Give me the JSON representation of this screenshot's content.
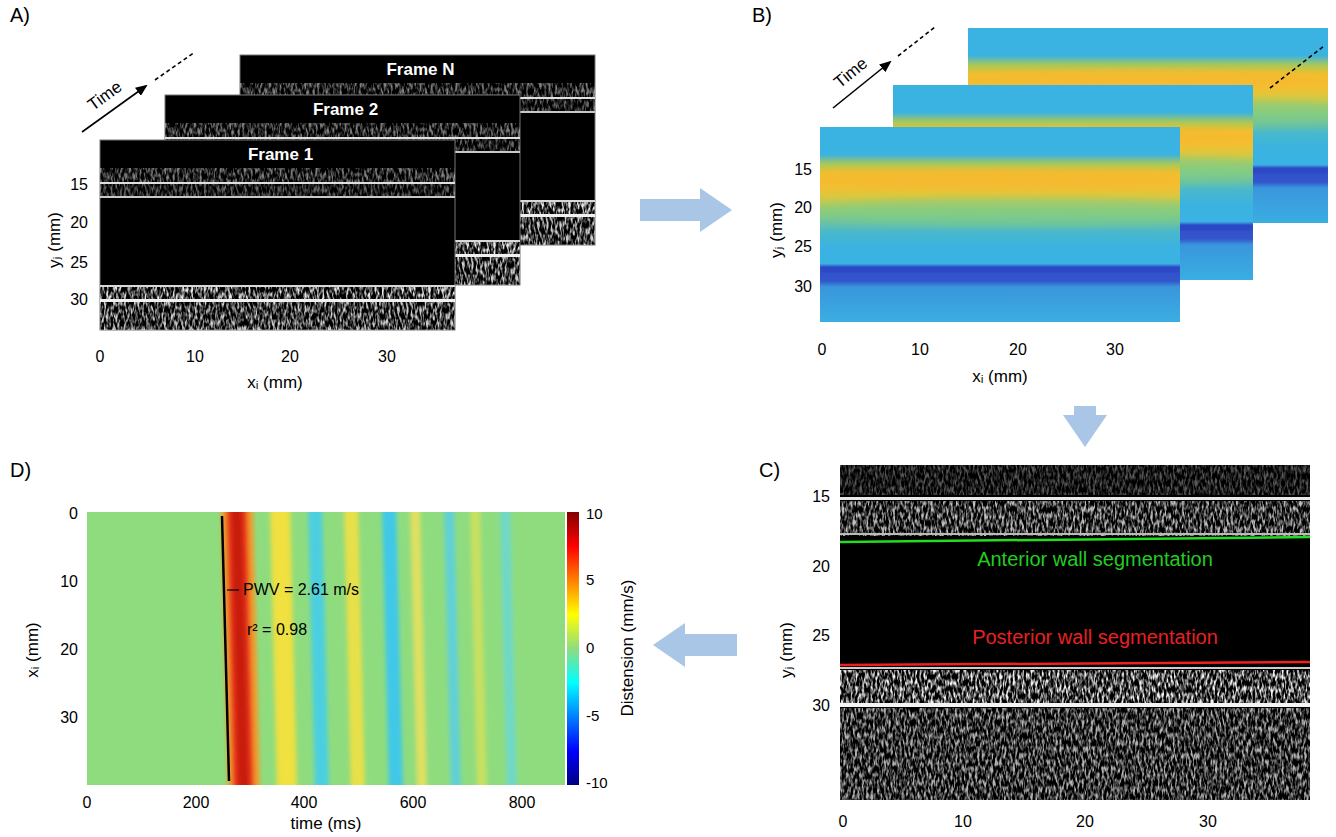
{
  "diagram": {
    "nodes": [
      {
        "text": [
          "A)"
        ]
      },
      {
        "text": [
          "Frame N"
        ],
        "in": 0
      },
      {
        "text": [
          "Frame 2"
        ],
        "in": 0
      },
      {
        "text": [
          "Frame 1"
        ],
        "in": 0
      },
      {
        "text": [
          "B)"
        ]
      },
      {
        "text": [
          "D)"
        ]
      },
      {
        "text": [
          "C)"
        ]
      }
    ],
    "edges": [
      {
        "from": 0,
        "to": 4,
        "arrow": "to"
      },
      {
        "from": 4,
        "to": 6,
        "arrow": "to"
      },
      {
        "from": 6,
        "to": 5,
        "arrow": "to"
      }
    ],
    "labels": [
      "Time",
      "15",
      "20",
      "25",
      "30",
      "yⱼ (mm)",
      "0",
      "10",
      "20",
      "30",
      "xᵢ (mm)",
      "Time",
      "15",
      "20",
      "25",
      "30",
      "yⱼ (mm)",
      "0",
      "10",
      "20",
      "30",
      "xᵢ (mm)",
      "0",
      "10",
      "20",
      "30",
      "xᵢ (mm)",
      "0",
      "200",
      "400",
      "600",
      "800",
      "time (ms)",
      "PWV = 2.61 m/s",
      "r² = 0.98",
      "10",
      "5",
      "0",
      "-5",
      "-10",
      "Distension (mm/s)",
      "15",
      "20",
      "25",
      "30",
      "yⱼ (mm)",
      "0",
      "10",
      "20",
      "30",
      "Anterior wall segmentation",
      "Posterior wall segmentation"
    ]
  }
}
